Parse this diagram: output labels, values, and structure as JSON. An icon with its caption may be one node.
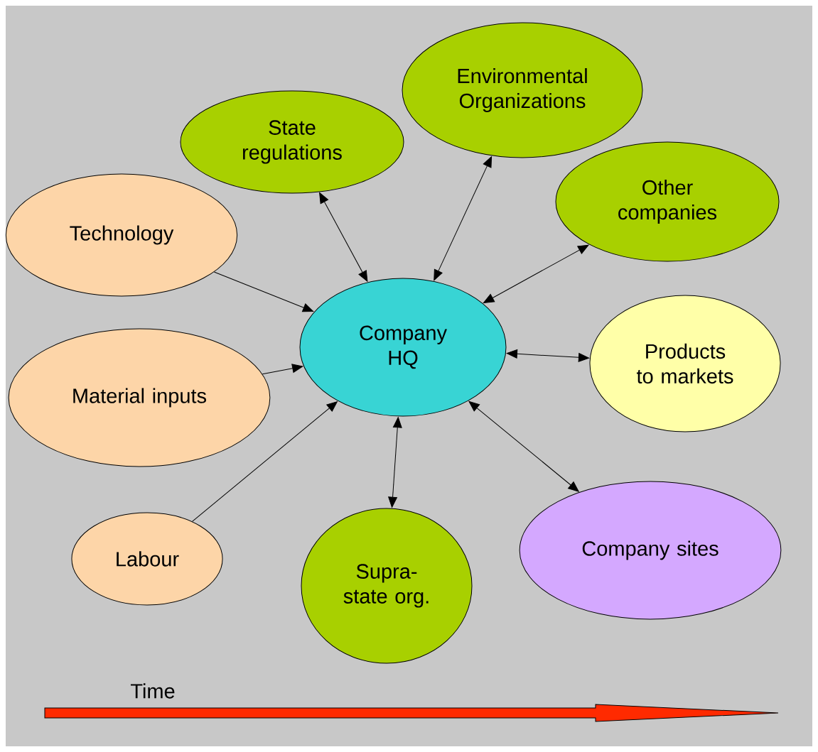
{
  "diagram": {
    "nodes": [
      {
        "text": [
          "Company HQ"
        ]
      },
      {
        "text": [
          "Technology"
        ]
      },
      {
        "text": [
          "Material inputs"
        ]
      },
      {
        "text": [
          "Labour"
        ]
      },
      {
        "text": [
          "State regulations"
        ]
      },
      {
        "text": [
          "Environmental Organizations"
        ]
      },
      {
        "text": [
          "Other companies"
        ]
      },
      {
        "text": [
          "Products to markets"
        ]
      },
      {
        "text": [
          "Company sites"
        ]
      },
      {
        "text": [
          "Supra-state org."
        ]
      }
    ],
    "edges": [
      {
        "from": 1,
        "to": 0,
        "arrow": "to"
      },
      {
        "from": 2,
        "to": 0,
        "arrow": "to"
      },
      {
        "from": 3,
        "to": 0,
        "arrow": "to"
      },
      {
        "from": 0,
        "to": 4,
        "arrow": "both"
      },
      {
        "from": 0,
        "to": 5,
        "arrow": "both"
      },
      {
        "from": 0,
        "to": 6,
        "arrow": "both"
      },
      {
        "from": 0,
        "to": 7,
        "arrow": "both"
      },
      {
        "from": 0,
        "to": 8,
        "arrow": "both"
      },
      {
        "from": 0,
        "to": 9,
        "arrow": "both"
      }
    ],
    "labels": [
      "Time"
    ]
  }
}
